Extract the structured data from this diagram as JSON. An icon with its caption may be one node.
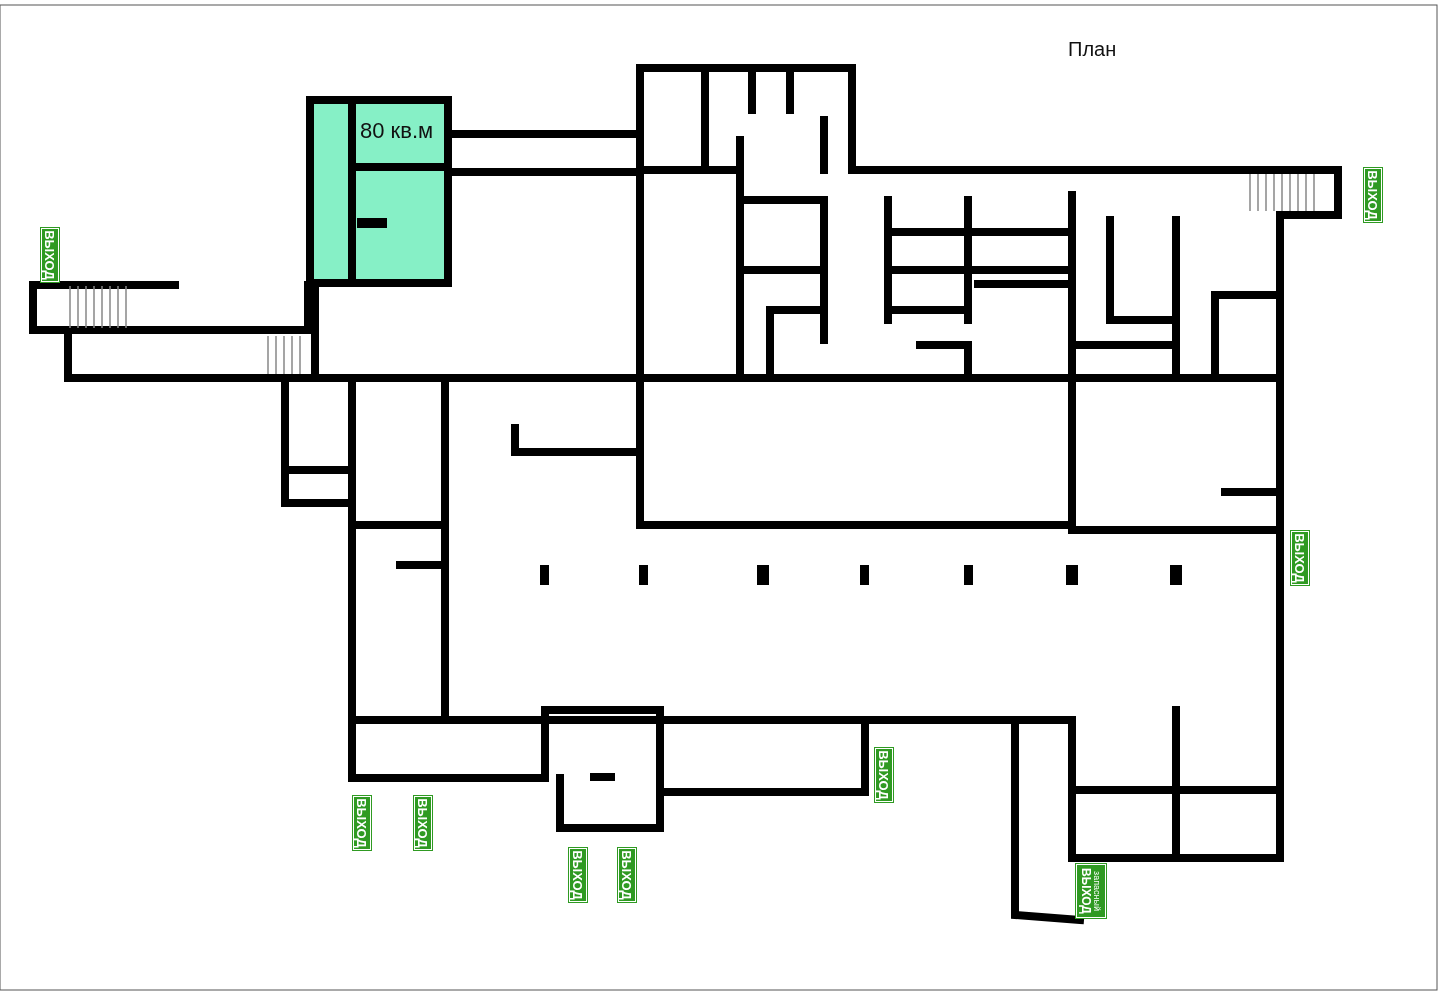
{
  "diagram": {
    "title": "План",
    "labels": [
      "80 кв.м",
      "ВЫХОД",
      "ВЫХОД",
      "ВЫХОД",
      "ВЫХОД",
      "ВЫХОД",
      "ВЫХОД",
      "ВЫХОД",
      "ВЫХОД",
      "ВЫХОД",
      "запасный"
    ]
  }
}
